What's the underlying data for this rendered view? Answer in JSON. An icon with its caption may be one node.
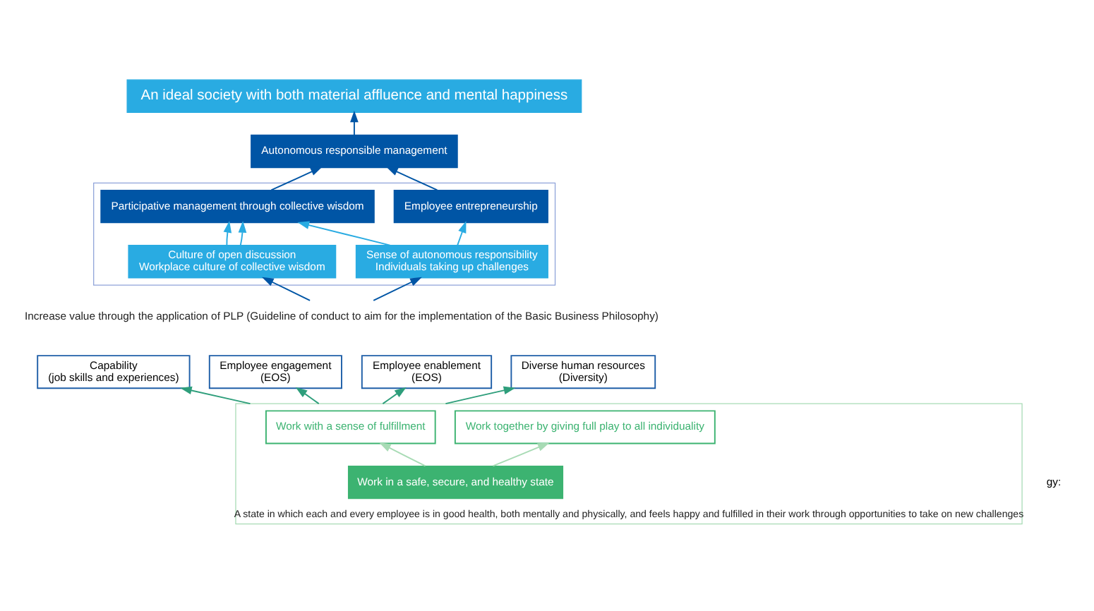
{
  "diagram": {
    "nodes": [
      {
        "text": [
          "An ideal society with both material affluence and mental happiness"
        ]
      },
      {
        "text": [
          "Autonomous responsible management"
        ]
      },
      {
        "text": [],
        "shape": "box"
      },
      {
        "text": [
          "Employee entrepreneurship"
        ],
        "in": 2
      },
      {
        "text": [
          "Participative management through collective wisdom"
        ],
        "in": 2
      },
      {
        "text": [
          "Sense of autonomous responsibility",
          "Individuals taking up challenges"
        ],
        "in": 2
      },
      {
        "text": [
          "Culture of open discussion",
          "Workplace culture of collective wisdom"
        ],
        "in": 2
      },
      {
        "text": [
          "Increase value through the application of PLP (Guideline of conduct to aim for the implementation of the Basic Business Philosophy)"
        ]
      },
      {
        "text": [
          "Capability",
          "(job skills and experiences)"
        ]
      },
      {
        "text": [
          "Employee engagement",
          "(EOS)"
        ]
      },
      {
        "text": [
          "Employee enablement",
          "(EOS)"
        ]
      },
      {
        "text": [
          "Diverse human resources",
          "(Diversity)"
        ]
      },
      {
        "text": [
          "A state in which each and every employee is in good health, both mentally and physically, and feels happy and fulfilled in their work through opportunities to take on new challenges"
        ]
      },
      {
        "text": [
          "Work with a sense of fulfillment"
        ],
        "in": 12
      },
      {
        "text": [
          "Work together by giving full play to all individuality"
        ],
        "in": 12
      },
      {
        "text": [
          "Work in a safe, secure, and healthy state"
        ],
        "in": 12
      }
    ],
    "edges": [
      {
        "from": 15,
        "to": 13,
        "arrow": "to",
        "color": "#a8dbb5"
      },
      {
        "from": 15,
        "to": 14,
        "arrow": "to",
        "color": "#a8dbb5"
      },
      {
        "from": 12,
        "to": 8,
        "arrow": "to",
        "color": "#2e9e7b"
      },
      {
        "from": 12,
        "to": 9,
        "arrow": "to",
        "color": "#2e9e7b"
      },
      {
        "from": 12,
        "to": 10,
        "arrow": "to",
        "color": "#2e9e7b"
      },
      {
        "from": 12,
        "to": 11,
        "arrow": "to",
        "color": "#2e9e7b"
      },
      {
        "from": 7,
        "to": 5,
        "arrow": "to"
      },
      {
        "from": 7,
        "to": 6,
        "arrow": "to"
      },
      {
        "from": 5,
        "to": 3,
        "arrow": "to",
        "color": "#29abe2"
      },
      {
        "from": 6,
        "to": 4,
        "arrow": "to",
        "color": "#29abe2"
      },
      {
        "from": 5,
        "to": 4,
        "arrow": "to",
        "color": "#29abe2"
      },
      {
        "from": 6,
        "to": 4,
        "arrow": "to",
        "color": "#29abe2"
      },
      {
        "from": 3,
        "to": 1,
        "arrow": "to"
      },
      {
        "from": 4,
        "to": 1,
        "arrow": "to"
      },
      {
        "from": 1,
        "to": 0,
        "arrow": "to"
      }
    ],
    "labels": [
      "gy:"
    ]
  }
}
